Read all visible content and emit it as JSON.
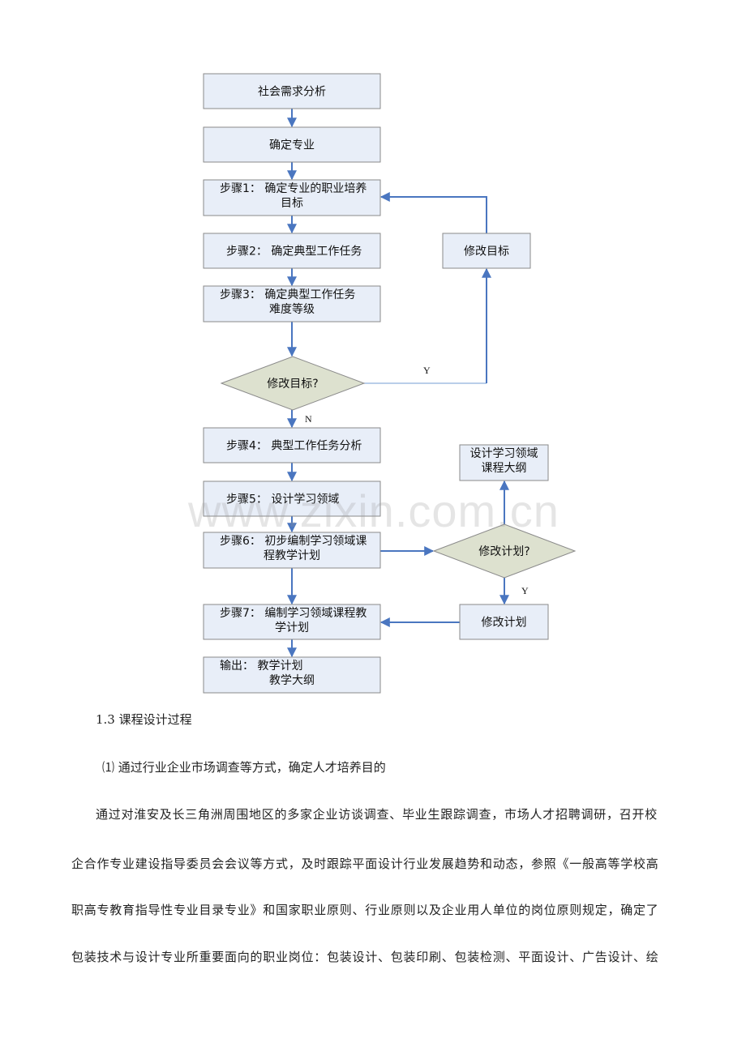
{
  "flowchart": {
    "colors": {
      "box_fill": "#e8eef8",
      "diamond_fill": "#dde1cf",
      "arrow": "#4a76c0"
    },
    "boxes": [
      {
        "id": "social-demand",
        "lines": [
          "社会需求分析"
        ]
      },
      {
        "id": "determine-major",
        "lines": [
          "确定专业"
        ]
      },
      {
        "id": "step1",
        "lines": [
          "步骤1：  确定专业的职业培养",
          "目标"
        ]
      },
      {
        "id": "step2",
        "lines": [
          "步骤2：  确定典型工作任务"
        ]
      },
      {
        "id": "step3",
        "lines": [
          "步骤3：  确定典型工作任务",
          "难度等级"
        ]
      },
      {
        "id": "step4",
        "lines": [
          "步骤4：  典型工作任务分析"
        ]
      },
      {
        "id": "step5",
        "lines": [
          "步骤5：  设计学习领域"
        ]
      },
      {
        "id": "step6",
        "lines": [
          "步骤6：  初步编制学习领域课",
          "程教学计划"
        ]
      },
      {
        "id": "step7",
        "lines": [
          "步骤7：  编制学习领域课程教",
          "学计划"
        ]
      },
      {
        "id": "output",
        "lines": [
          "输出：  教学计划",
          "教学大纲"
        ]
      },
      {
        "id": "modify-goal",
        "lines": [
          "修改目标"
        ]
      },
      {
        "id": "syllabus",
        "lines": [
          "设计学习领域",
          "课程大纲"
        ]
      },
      {
        "id": "modify-plan",
        "lines": [
          "修改计划"
        ]
      }
    ],
    "diamonds": [
      {
        "id": "decision-modify-goal",
        "label": "修改目标?"
      },
      {
        "id": "decision-modify-plan",
        "label": "修改计划?"
      }
    ],
    "edge_labels": {
      "goal_yes": "Y",
      "goal_no": "N",
      "plan_yes": "Y"
    }
  },
  "watermark": "www.zixin.com.cn",
  "document": {
    "heading": "1.3 课程设计过程",
    "subheading": "⑴ 通过行业企业市场调查等方式，确定人才培养目的",
    "paragraph_lines": [
      "通过对淮安及长三角洲周围地区的多家企业访谈调查、毕业生跟踪调查，市场人才招聘调研，召开校",
      "企合作专业建设指导委员会会议等方式，及时跟踪平面设计行业发展趋势和动态，参照《一般高等学校高",
      "职高专教育指导性专业目录专业》和国家职业原则、行业原则以及企业用人单位的岗位原则规定，确定了",
      "包装技术与设计专业所重要面向的职业岗位：包装设计、包装印刷、包装检测、平面设计、广告设计、绘"
    ]
  }
}
